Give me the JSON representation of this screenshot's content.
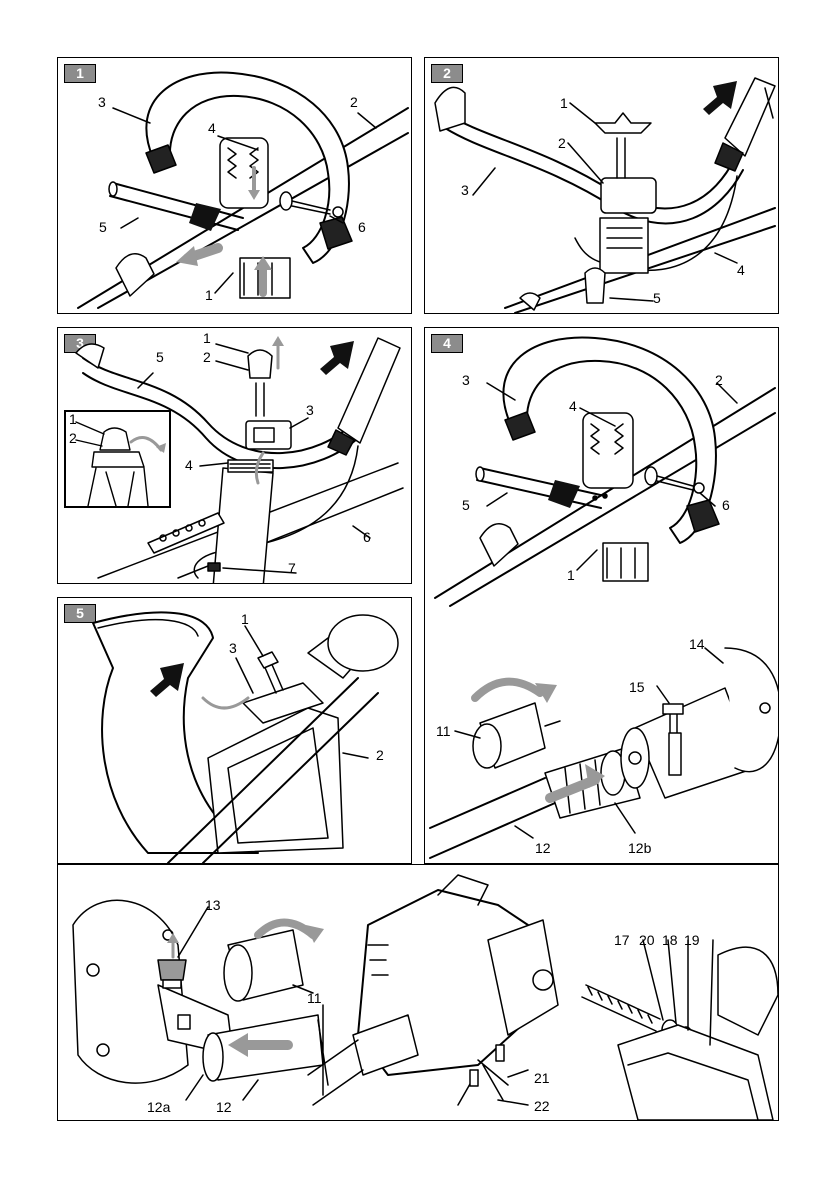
{
  "panels": {
    "p1": {
      "badge": "1",
      "labels": {
        "l1": "1",
        "l2": "2",
        "l3": "3",
        "l4": "4",
        "l5": "5",
        "l6": "6"
      }
    },
    "p2": {
      "badge": "2",
      "labels": {
        "l1": "1",
        "l2": "2",
        "l3": "3",
        "l4": "4",
        "l5": "5"
      }
    },
    "p3": {
      "badge": "3",
      "labels": {
        "l1": "1",
        "l2": "2",
        "l3": "3",
        "l4": "4",
        "l5": "5",
        "l6": "6",
        "l7": "7"
      },
      "inset": {
        "l1": "1",
        "l2": "2"
      }
    },
    "p4": {
      "badge": "4",
      "labels": {
        "l1": "1",
        "l2": "2",
        "l3": "3",
        "l4": "4",
        "l5": "5",
        "l6": "6",
        "l11": "11",
        "l12": "12",
        "l12b": "12b",
        "l14": "14",
        "l15": "15"
      }
    },
    "p5": {
      "badge": "5",
      "labels": {
        "l1": "1",
        "l2": "2",
        "l3": "3"
      }
    },
    "p6": {
      "labels": {
        "l11": "11",
        "l12": "12",
        "l12a": "12a",
        "l13": "13",
        "l17": "17",
        "l18": "18",
        "l19": "19",
        "l20": "20",
        "l21": "21",
        "l22": "22"
      }
    }
  }
}
